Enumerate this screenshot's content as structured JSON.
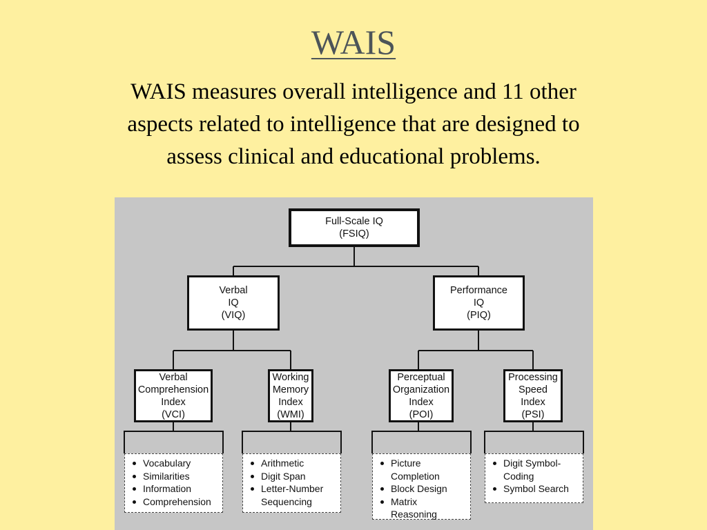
{
  "slide": {
    "title": "WAIS",
    "description_lines": [
      "WAIS measures overall intelligence and 11 other",
      "aspects related to intelligence that are designed to",
      "assess clinical and educational problems."
    ]
  },
  "diagram": {
    "fsiq": {
      "lines": [
        "Full-Scale IQ",
        "(FSIQ)"
      ]
    },
    "viq": {
      "lines": [
        "Verbal",
        "IQ",
        "(VIQ)"
      ]
    },
    "piq": {
      "lines": [
        "Performance",
        "IQ",
        "(PIQ)"
      ]
    },
    "vci": {
      "lines": [
        "Verbal",
        "Comprehension",
        "Index",
        "(VCI)"
      ],
      "subtests": [
        [
          "Vocabulary"
        ],
        [
          "Similarities"
        ],
        [
          "Information"
        ],
        [
          "Comprehension"
        ]
      ]
    },
    "wmi": {
      "lines": [
        "Working",
        "Memory",
        "Index",
        "(WMI)"
      ],
      "subtests": [
        [
          "Arithmetic"
        ],
        [
          "Digit Span"
        ],
        [
          "Letter-Number",
          "Sequencing"
        ]
      ]
    },
    "poi": {
      "lines": [
        "Perceptual",
        "Organization",
        "Index",
        "(POI)"
      ],
      "subtests": [
        [
          "Picture",
          "Completion"
        ],
        [
          "Block Design"
        ],
        [
          "Matrix",
          "Reasoning"
        ]
      ]
    },
    "psi": {
      "lines": [
        "Processing",
        "Speed",
        "Index",
        "(PSI)"
      ],
      "subtests": [
        [
          "Digit Symbol-",
          "Coding"
        ],
        [
          "Symbol Search"
        ]
      ]
    }
  }
}
